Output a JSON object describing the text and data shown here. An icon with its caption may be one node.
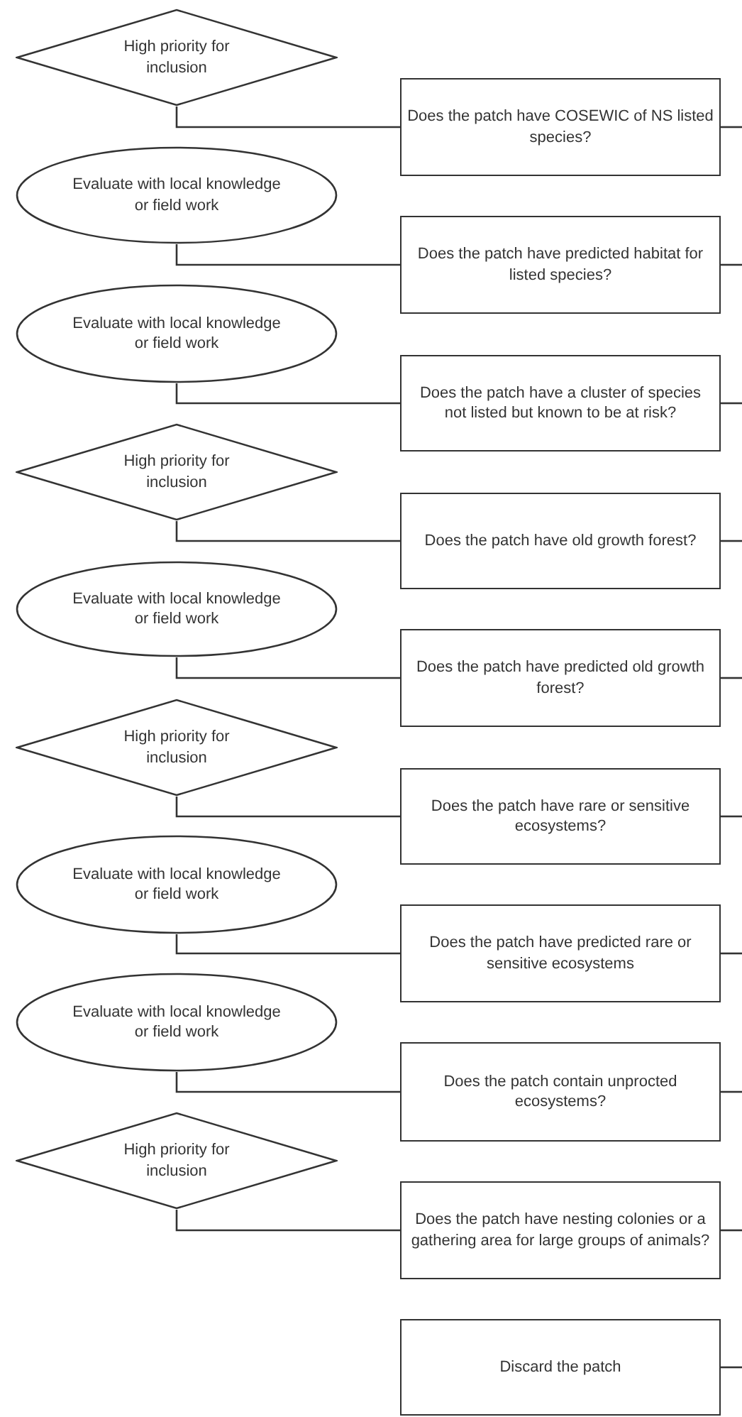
{
  "diagram": {
    "nodes": [
      {
        "text": [
          "High priority for inclusion"
        ]
      },
      {
        "text": [
          "Does the patch have COSEWIC of NS listed species?"
        ]
      },
      {
        "text": [
          "Evaluate with local knowledge or field work"
        ]
      },
      {
        "text": [
          "Does the patch have predicted habitat for listed species?"
        ]
      },
      {
        "text": [
          "Evaluate with local knowledge or field work"
        ]
      },
      {
        "text": [
          "Does the patch have a cluster of species not listed but known to be at risk?"
        ]
      },
      {
        "text": [
          "High priority for inclusion"
        ]
      },
      {
        "text": [
          "Does the patch have old growth forest?"
        ]
      },
      {
        "text": [
          "Evaluate with local knowledge or field work"
        ]
      },
      {
        "text": [
          "Does the patch have predicted old growth forest?"
        ]
      },
      {
        "text": [
          "High priority for inclusion"
        ]
      },
      {
        "text": [
          "Does the patch have rare or sensitive ecosystems?"
        ]
      },
      {
        "text": [
          "Evaluate with local knowledge or field work"
        ]
      },
      {
        "text": [
          "Does the patch have predicted rare or sensitive ecosystems"
        ]
      },
      {
        "text": [
          "Evaluate with local knowledge or field work"
        ]
      },
      {
        "text": [
          "Does the patch contain unprocted ecosystems?"
        ]
      },
      {
        "text": [
          "High priority for inclusion"
        ]
      },
      {
        "text": [
          "Does the patch have nesting colonies or a gathering area for large groups of animals?"
        ]
      },
      {
        "text": [
          "Discard the patch"
        ]
      }
    ],
    "edges": [
      {
        "from": 0,
        "to": 1,
        "arrow": "none"
      },
      {
        "from": 1,
        "to": null,
        "arrow": "none"
      },
      {
        "from": 2,
        "to": 3,
        "arrow": "none"
      },
      {
        "from": 3,
        "to": null,
        "arrow": "none"
      },
      {
        "from": 4,
        "to": 5,
        "arrow": "none"
      },
      {
        "from": 5,
        "to": null,
        "arrow": "none"
      },
      {
        "from": 6,
        "to": 7,
        "arrow": "none"
      },
      {
        "from": 7,
        "to": null,
        "arrow": "none"
      },
      {
        "from": 8,
        "to": 9,
        "arrow": "none"
      },
      {
        "from": 9,
        "to": null,
        "arrow": "none"
      },
      {
        "from": 10,
        "to": 11,
        "arrow": "none"
      },
      {
        "from": 11,
        "to": null,
        "arrow": "none"
      },
      {
        "from": 12,
        "to": 13,
        "arrow": "none"
      },
      {
        "from": 13,
        "to": null,
        "arrow": "none"
      },
      {
        "from": 14,
        "to": 15,
        "arrow": "none"
      },
      {
        "from": 15,
        "to": null,
        "arrow": "none"
      },
      {
        "from": 16,
        "to": 17,
        "arrow": "none"
      },
      {
        "from": 17,
        "to": null,
        "arrow": "none"
      },
      {
        "from": 18,
        "to": null,
        "arrow": "none"
      }
    ]
  }
}
